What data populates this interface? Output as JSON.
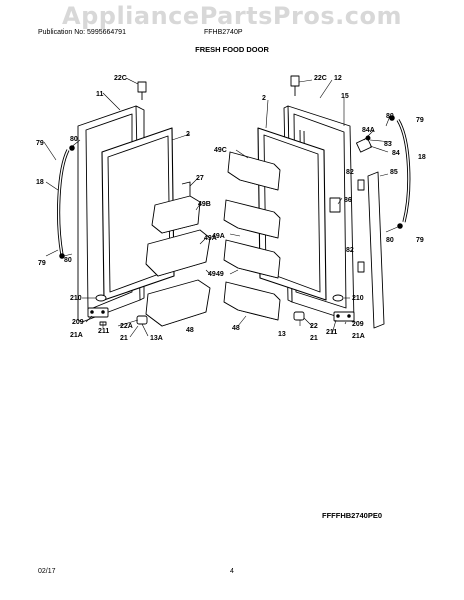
{
  "watermark": "AppliancePartsPros.com",
  "header": {
    "publication": "Publication No: 5995664791",
    "model": "FFHB2740P"
  },
  "title": "FRESH FOOD DOOR",
  "diagram_code": "FFFFHB2740PE0",
  "footer": {
    "date": "02/17",
    "page": "4"
  },
  "callouts": {
    "c22c_l": "22C",
    "c11": "11",
    "c2_l": "2",
    "c80_lt": "80",
    "c79_lt": "79",
    "c18_l": "18",
    "c27": "27",
    "c49b": "49B",
    "c49a_l": "49A",
    "c49_l": "49",
    "c80_lb": "80",
    "c79_lb": "79",
    "c210_l": "210",
    "c209_l": "209",
    "c211_l": "211",
    "c21a_l": "21A",
    "c22a": "22A",
    "c21_l": "21",
    "c13a": "13A",
    "c48_l": "48",
    "c22c_r": "22C",
    "c12": "12",
    "c2_r": "2",
    "c15": "15",
    "c49c": "49C",
    "c80_rt": "80",
    "c79_rt": "79",
    "c84a": "84A",
    "c83": "83",
    "c84": "84",
    "c18_r": "18",
    "c82_t": "82",
    "c85": "85",
    "c86": "86",
    "c49a_r": "49A",
    "c82_b": "82",
    "c80_rb": "80",
    "c79_rb": "79",
    "c49_r": "49",
    "c210_r": "210",
    "c48_r": "48",
    "c13": "13",
    "c22": "22",
    "c21_r": "21",
    "c211_r": "211",
    "c209_r": "209",
    "c21a_r": "21A"
  }
}
